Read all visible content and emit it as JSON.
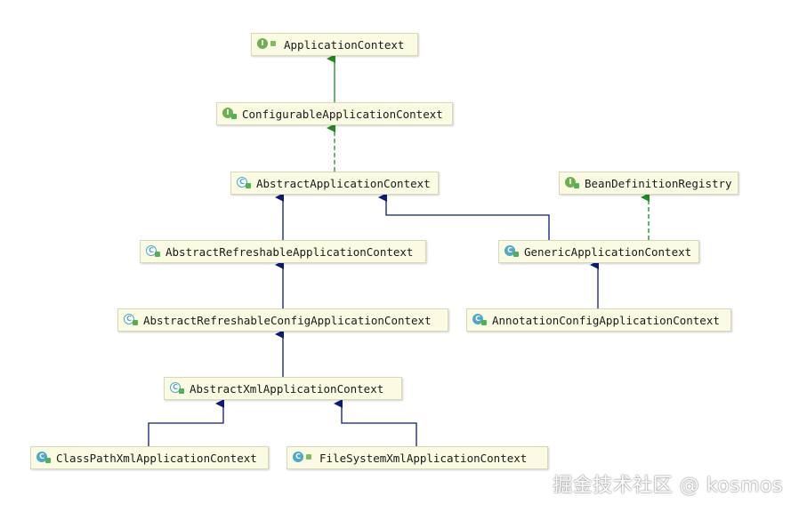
{
  "nodes": {
    "application_context": {
      "label": "ApplicationContext",
      "kind": "interface",
      "icon_letter": "I"
    },
    "configurable_application_context": {
      "label": "ConfigurableApplicationContext",
      "kind": "interface",
      "icon_letter": "I"
    },
    "abstract_application_context": {
      "label": "AbstractApplicationContext",
      "kind": "abstract",
      "icon_letter": "C"
    },
    "bean_definition_registry": {
      "label": "BeanDefinitionRegistry",
      "kind": "interface",
      "icon_letter": "I"
    },
    "abstract_refreshable_application_context": {
      "label": "AbstractRefreshableApplicationContext",
      "kind": "abstract",
      "icon_letter": "C"
    },
    "generic_application_context": {
      "label": "GenericApplicationContext",
      "kind": "class",
      "icon_letter": "C"
    },
    "abstract_refreshable_config_application_context": {
      "label": "AbstractRefreshableConfigApplicationContext",
      "kind": "abstract",
      "icon_letter": "C"
    },
    "annotation_config_application_context": {
      "label": "AnnotationConfigApplicationContext",
      "kind": "class",
      "icon_letter": "C"
    },
    "abstract_xml_application_context": {
      "label": "AbstractXmlApplicationContext",
      "kind": "abstract",
      "icon_letter": "C"
    },
    "class_path_xml_application_context": {
      "label": "ClassPathXmlApplicationContext",
      "kind": "class",
      "icon_letter": "C"
    },
    "file_system_xml_application_context": {
      "label": "FileSystemXmlApplicationContext",
      "kind": "class",
      "icon_letter": "C"
    }
  },
  "edges": [
    {
      "from": "ConfigurableApplicationContext",
      "to": "ApplicationContext",
      "type": "extends-interface"
    },
    {
      "from": "AbstractApplicationContext",
      "to": "ConfigurableApplicationContext",
      "type": "implements"
    },
    {
      "from": "AbstractRefreshableApplicationContext",
      "to": "AbstractApplicationContext",
      "type": "extends"
    },
    {
      "from": "GenericApplicationContext",
      "to": "AbstractApplicationContext",
      "type": "extends"
    },
    {
      "from": "GenericApplicationContext",
      "to": "BeanDefinitionRegistry",
      "type": "implements"
    },
    {
      "from": "AbstractRefreshableConfigApplicationContext",
      "to": "AbstractRefreshableApplicationContext",
      "type": "extends"
    },
    {
      "from": "AnnotationConfigApplicationContext",
      "to": "GenericApplicationContext",
      "type": "extends"
    },
    {
      "from": "AbstractXmlApplicationContext",
      "to": "AbstractRefreshableConfigApplicationContext",
      "type": "extends"
    },
    {
      "from": "ClassPathXmlApplicationContext",
      "to": "AbstractXmlApplicationContext",
      "type": "extends"
    },
    {
      "from": "FileSystemXmlApplicationContext",
      "to": "AbstractXmlApplicationContext",
      "type": "extends"
    }
  ],
  "colors": {
    "interface_edge": "#1f8a1f",
    "class_edge": "#0d1a7a",
    "node_bg": "#fbfbe3"
  },
  "watermark": "掘金技术社区 @ kosmos"
}
